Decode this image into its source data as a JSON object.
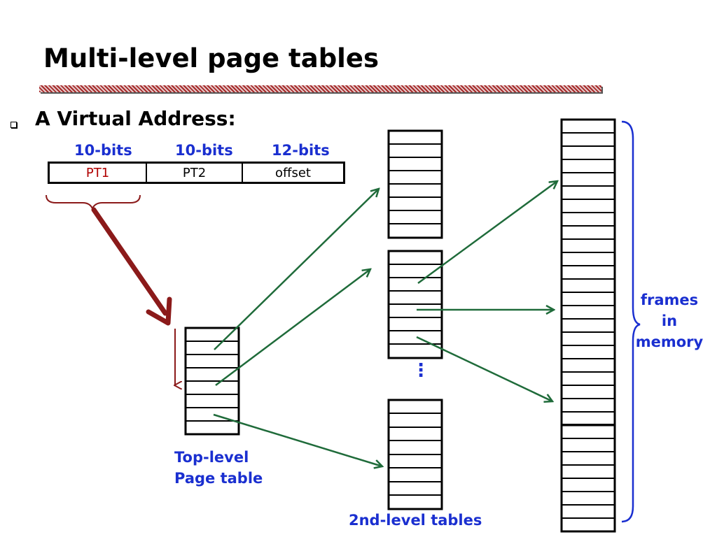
{
  "title": "Multi-level page tables",
  "bullet": "A Virtual Address:",
  "address": {
    "bit_labels": [
      "10-bits",
      "10-bits",
      "12-bits"
    ],
    "fields": [
      "PT1",
      "PT2",
      "offset"
    ]
  },
  "labels": {
    "top_level": [
      "Top-level",
      "Page table"
    ],
    "second_level": "2nd-level tables",
    "frames": [
      "frames",
      "in",
      "memory"
    ],
    "ellipsis": "⋮"
  },
  "colors": {
    "arrow": "#1f6b3a",
    "pointer": "#8b1a1a",
    "label": "#1a2fd0",
    "pt1": "#b00000"
  }
}
